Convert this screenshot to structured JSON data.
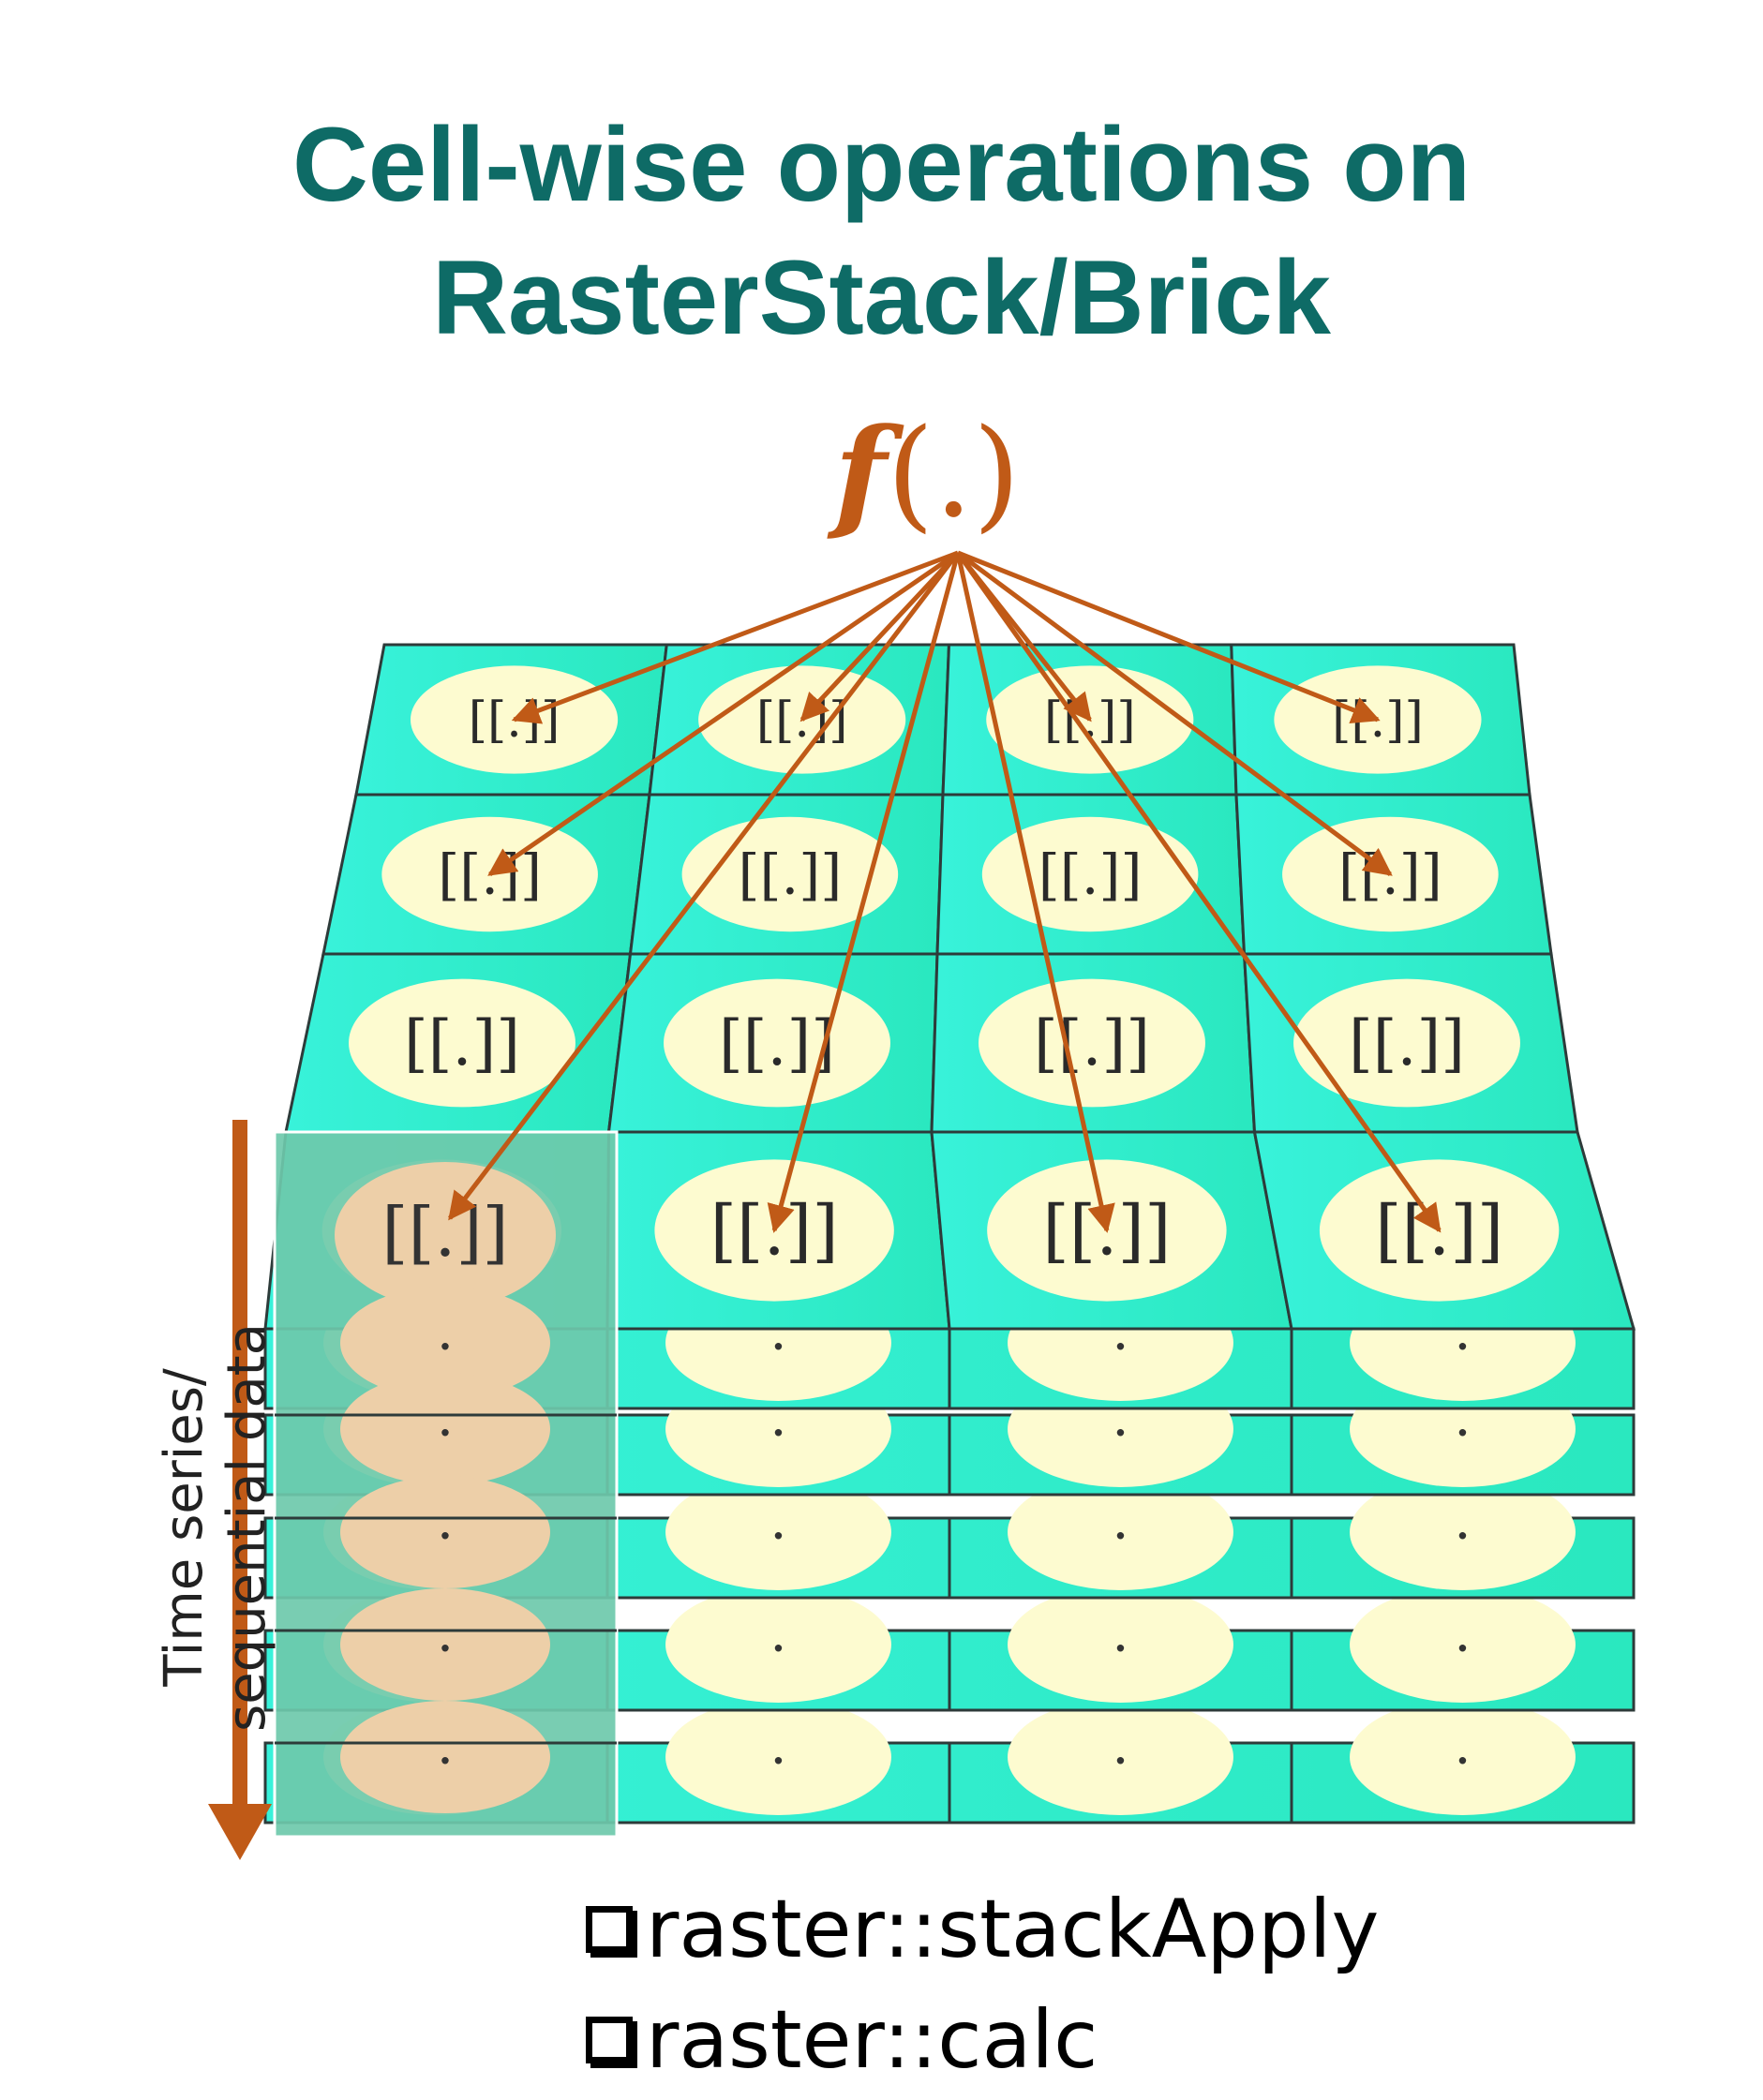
{
  "title": {
    "line1": "Cell-wise operations on",
    "line2": "RasterStack/Brick"
  },
  "function_label": {
    "f": "f",
    "args": "(.)"
  },
  "cell_label": "[[.]]",
  "layer_cell_label": ".",
  "side_label": {
    "line1": "Time series/",
    "line2": "sequential data"
  },
  "functions": [
    {
      "label": "raster::stackApply"
    },
    {
      "label": "raster::calc"
    }
  ],
  "colors": {
    "title": "#0e6b66",
    "accent": "#c05a17",
    "cell_fill_left": "#38f2da",
    "cell_fill_right": "#2ae8bf",
    "ellipse": "#fdfbd0",
    "highlight_cell": "#6ec9ab",
    "highlight_ellipse": "#edcfa8"
  },
  "grid": {
    "rows": 4,
    "cols": 4,
    "stacked_layers": 5
  }
}
